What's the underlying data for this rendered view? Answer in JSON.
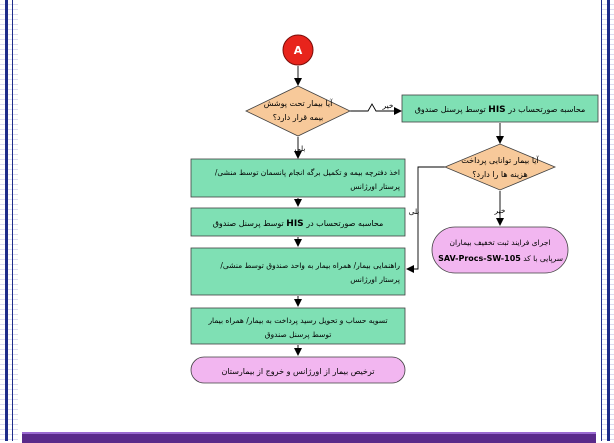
{
  "start": {
    "label": "A"
  },
  "decision_insurance": {
    "line1": "آیا بیمار تحت پوشش",
    "line2": "بیمه قرار دارد؟"
  },
  "decision_payment": {
    "line1": "آیا بیمار توانایی پرداخت",
    "line2": "هزینه ها را دارد؟"
  },
  "process_his_cashier": {
    "pre": "محاسبه صورتحساب در ",
    "bold": "HIS",
    "post": " توسط پرسنل صندوق"
  },
  "process_insurance_book": {
    "line1": "اخذ دفترچه بیمه و تکمیل برگه انجام پانسمان توسط منشی/",
    "line2": "پرستار اورژانس"
  },
  "process_his_calc": {
    "pre": "محاسبه صورتحساب در ",
    "bold": "HIS",
    "post": " توسط پرسنل صندوق"
  },
  "process_guide": {
    "line1": "راهنمایی بیمار/ همراه بیمار به واحد صندوق توسط منشی/",
    "line2": "پرستار اورژانس"
  },
  "process_settle": {
    "line1": "تسویه حساب و تحویل رسید پرداخت به بیمار/ همراه بیمار",
    "line2": "توسط پرسنل صندوق"
  },
  "terminal_discharge": {
    "label": "ترخیص بیمار از اورژانس و خروج از بیمارستان"
  },
  "terminal_discount": {
    "line1": "اجرای فرایند ثبت تخفیف بیماران",
    "line2_pre": "سرپایی با کد ",
    "code": "SAV-Procs-SW-105"
  },
  "edge_labels": {
    "no_insurance": "خیر",
    "yes_insurance": "بلی",
    "no_payment": "خیر",
    "yes_payment": "بلی"
  },
  "colors": {
    "process_fill": "#7fe0b4",
    "decision_fill": "#f7c99a",
    "terminal_fill": "#f2b6f0",
    "start_fill": "#e8241c",
    "frame": "#1e2c8a",
    "bottom_bar": "#5a2a8a"
  }
}
